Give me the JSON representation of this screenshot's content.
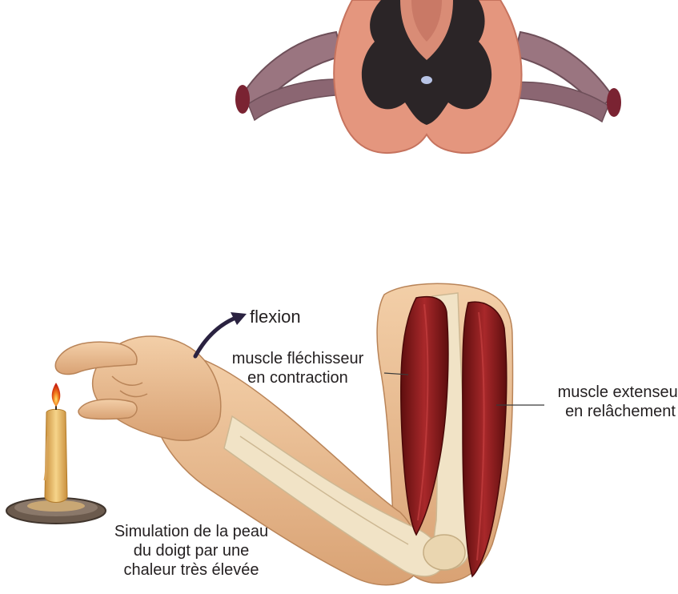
{
  "labels": {
    "flexion": "flexion",
    "flexor": [
      "muscle fléchisseur",
      "en contraction"
    ],
    "extensor": [
      "muscle extenseur",
      "en relâchement"
    ],
    "stimulus": [
      "Simulation de la peau",
      "du doigt par une",
      "chaleur très élevée"
    ]
  },
  "colors": {
    "spinal_white_matter": "#e4967e",
    "spinal_gray_matter": "#2b2527",
    "nerve_roots": "#9a7580",
    "skin": "#efc49a",
    "bone": "#f1e3c6",
    "muscle": "#8e1b1b",
    "flame": "#e23b14",
    "candle": "#f0c97c",
    "arrow": "#2a2240"
  }
}
